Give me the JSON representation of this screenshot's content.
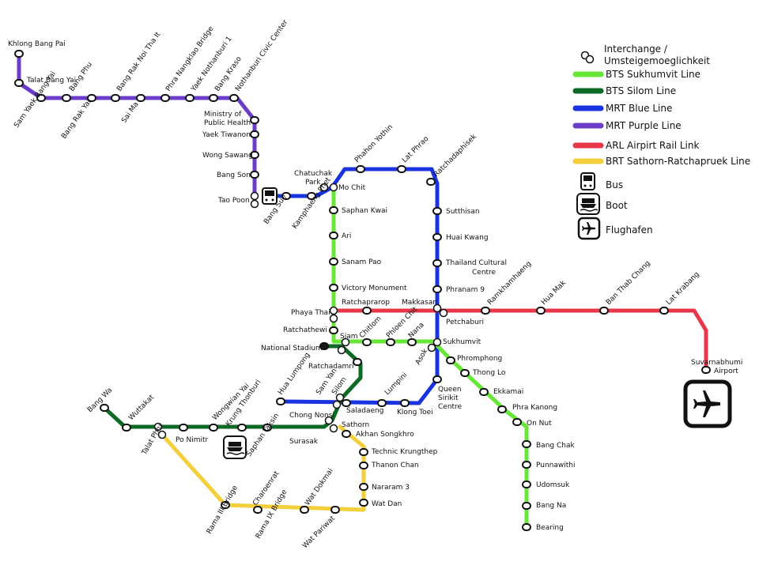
{
  "colors": {
    "sukhumvit": "#66e637",
    "silom": "#0c6a24",
    "blue": "#1a33e0",
    "purple": "#6a3cc8",
    "arl": "#e8374a",
    "brt": "#f4cf3c"
  },
  "legend": {
    "interchange": "Interchange /",
    "interchange2": "Umsteigemoeglichkeit",
    "sukhumvit": "BTS Sukhumvit Line",
    "silom": "BTS Silom Line",
    "blue": "MRT Blue Line",
    "purple": "MRT Purple Line",
    "arl": "ARL Airpirt Rail Link",
    "brt": "BRT Sathorn-Ratchapruek Line",
    "bus": "Bus",
    "boat": "Boot",
    "airport": "Flughafen"
  },
  "icons": {
    "bus": "bus-icon",
    "boat": "boat-icon",
    "airport": "airplane-icon",
    "interchange": "interchange-icon"
  },
  "labels": {
    "khlong_bang_pai": "Khlong Bang Pai",
    "talat_bang_yai": "Talat Bang Yai",
    "sam_yaek_bang_yai": "Sam Yaek Bang Yai",
    "bang_rak_yai": "Bang Rak Yai",
    "bang_phu": "Bang Phu",
    "bang_rak_noi": "Bang Rak Noi Tha It",
    "sai_ma": "Sai Ma",
    "phra_nang_klao": "Phra Nangklao Bridge",
    "yaek_nonthaburi": "Yaek Nothanburi 1",
    "bang_kraso": "Bang Kraso",
    "nonthaburi_civic": "Nothanburi Civic Center",
    "ministry": "Ministry of",
    "ministry2": "Public Health",
    "yaek_tiwanon": "Yaek Tiwanon",
    "wong_sawang": "Wong Sawang",
    "bang_son": "Bang Son",
    "tao_poon": "Tao Poon",
    "bang_sue": "Bang Sue",
    "kamphaeng_phet": "Kamphaeng Phet",
    "chatuchak": "Chatuchak",
    "chatuchak2": "Park",
    "mo_chit": "Mo  Chit",
    "phahon_yothin": "Phahon Yothin",
    "lat_phrao": "Lat Phrao",
    "ratchadaphisek": "Ratchadaphisek",
    "sutthisan": "Sutthisan",
    "huai_kwang": "Huai Kwang",
    "thailand_cultural": "Thailand Cultural",
    "thailand_cultural2": "Centre",
    "phranam9": "Phranam 9",
    "saphan_kwai": "Saphan Kwai",
    "ari": "Ari",
    "sanam_pao": "Sanam Pao",
    "victory": "Victory Monument",
    "ratchaprarop": "Ratchaprarop",
    "makkasan": "Makkasan",
    "phaya_thai": "Phaya Thai",
    "petchaburi": "Petchaburi",
    "ramkhamhaeng": "Ramkhamhaeng",
    "hua_mak": "Hua Mak",
    "ban_thab_chang": "Ban Thab Chang",
    "lat_krabang": "Lat Krabang",
    "suvarnabhumi": "Suvarnabhumi",
    "suvarnabhumi2": "Airport",
    "ratchathewi": "Ratchathewi",
    "siam": "Siam",
    "chitlom": "Chitlom",
    "phloen_chit": "Phloen Chit",
    "nana": "Nana",
    "sukhumvit": "Sukhumvit",
    "asok": "Asok",
    "national_stadium": "National Stadium",
    "ratchadamri": "Ratchadamri",
    "hua_lumpong": "Hua Lumpong",
    "sam_yan": "Sam Yan",
    "silom": "Silom",
    "lumpini": "Lumpini",
    "queen_sirikit": "Queen",
    "queen_sirikit2": "Sirikit",
    "queen_sirikit3": "Centre",
    "klong_toei": "Klong Toei",
    "saladaeng": "Saladaeng",
    "chong_nonsi": "Chong Nonsi",
    "sathorn": "Sathorn",
    "surasak": "Surasak",
    "saphan_taksin": "Saphan Taksin",
    "krung_thonburi": "Krung Thonburi",
    "wongwian_yai": "Wongwian Yai",
    "po_nimitr": "Po Nimitr",
    "talat_phlu": "Talat Phlu",
    "wuttakat": "Wuttakat",
    "bang_wa": "Bang Wa",
    "phrom_phong": "Phromphong",
    "thong_lo": "Thong Lo",
    "ekkamai": "Ekkamai",
    "phra_khanong": "Phra Kanong",
    "on_nut": "On Nut",
    "bang_chak": "Bang Chak",
    "punnawithi": "Punnawithi",
    "udomsuk": "Udomsuk",
    "bang_na": "Bang Na",
    "bearing": "Bearing",
    "akhan_songkhro": "Akhan Songkhro",
    "technic": "Technic Krungthep",
    "thanon_chan": "Thanon Chan",
    "nararam3": "Nararam 3",
    "wat_dan": "Wat Dan",
    "wat_pariwat": "Wat Pariwat",
    "wat_dokmai": "Wat Dokmai",
    "rama9_bridge": "Rama IX Bridge",
    "charoenrat": "Charoenrat",
    "rama3_bridge": "Rama III Bridge"
  }
}
